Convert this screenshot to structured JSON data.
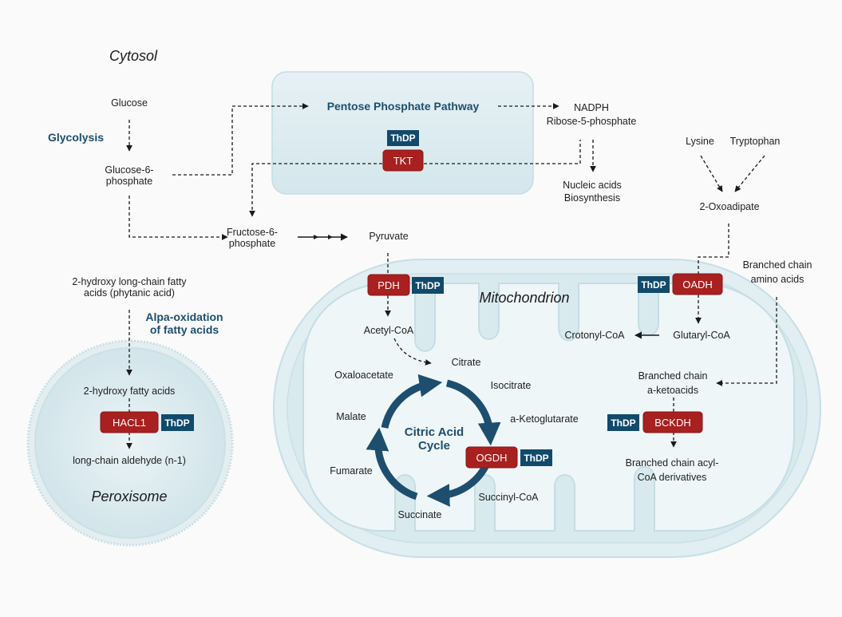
{
  "regions": {
    "cytosol": "Cytosol",
    "mitochondrion": "Mitochondrion",
    "peroxisome": "Peroxisome"
  },
  "pathways": {
    "glycolysis": "Glycolysis",
    "ppp": "Pentose Phosphate Pathway",
    "alpha_ox_1": "Alpa-oxidation",
    "alpha_ox_2": "of fatty acids",
    "tca_1": "Citric Acid",
    "tca_2": "Cycle"
  },
  "enzymes": {
    "tkt": "TKT",
    "pdh": "PDH",
    "oadh": "OADH",
    "hacl1": "HACL1",
    "ogdh": "OGDH",
    "bckdh": "BCKDH"
  },
  "cofactor": "ThDP",
  "metabolites": {
    "glucose": "Glucose",
    "g6p_1": "Glucose-6-",
    "g6p_2": "phosphate",
    "f6p_1": "Fructose-6-",
    "f6p_2": "phosphate",
    "pyruvate": "Pyruvate",
    "nadph": "NADPH",
    "r5p": "Ribose-5-phosphate",
    "nucleic_1": "Nucleic acids",
    "nucleic_2": "Biosynthesis",
    "lysine": "Lysine",
    "tryptophan": "Tryptophan",
    "oxoadipate": "2-Oxoadipate",
    "bcaa_1": "Branched chain",
    "bcaa_2": "amino acids",
    "glutaryl": "Glutaryl-CoA",
    "crotonyl": "Crotonyl-CoA",
    "bcka_1": "Branched chain",
    "bcka_2": "a-ketoacids",
    "bcacyl_1": "Branched chain acyl-",
    "bcacyl_2": "CoA derivatives",
    "acetyl": "Acetyl-CoA",
    "citrate": "Citrate",
    "isocitrate": "Isocitrate",
    "akg": "a-Ketoglutarate",
    "succinyl": "Succinyl-CoA",
    "succinate": "Succinate",
    "fumarate": "Fumarate",
    "malate": "Malate",
    "oxaloacetate": "Oxaloacetate",
    "phytanic_1": "2-hydroxy long-chain fatty",
    "phytanic_2": "acids (phytanic acid)",
    "hfa": "2-hydroxy fatty acids",
    "aldehyde": "long-chain aldehyde (n-1)"
  },
  "colors": {
    "enzyme": "#a8201f",
    "cofactor": "#114a6b",
    "title": "#1d4e6e",
    "compartment_fill": "#dcebef",
    "compartment_edge": "#c3dde4"
  }
}
